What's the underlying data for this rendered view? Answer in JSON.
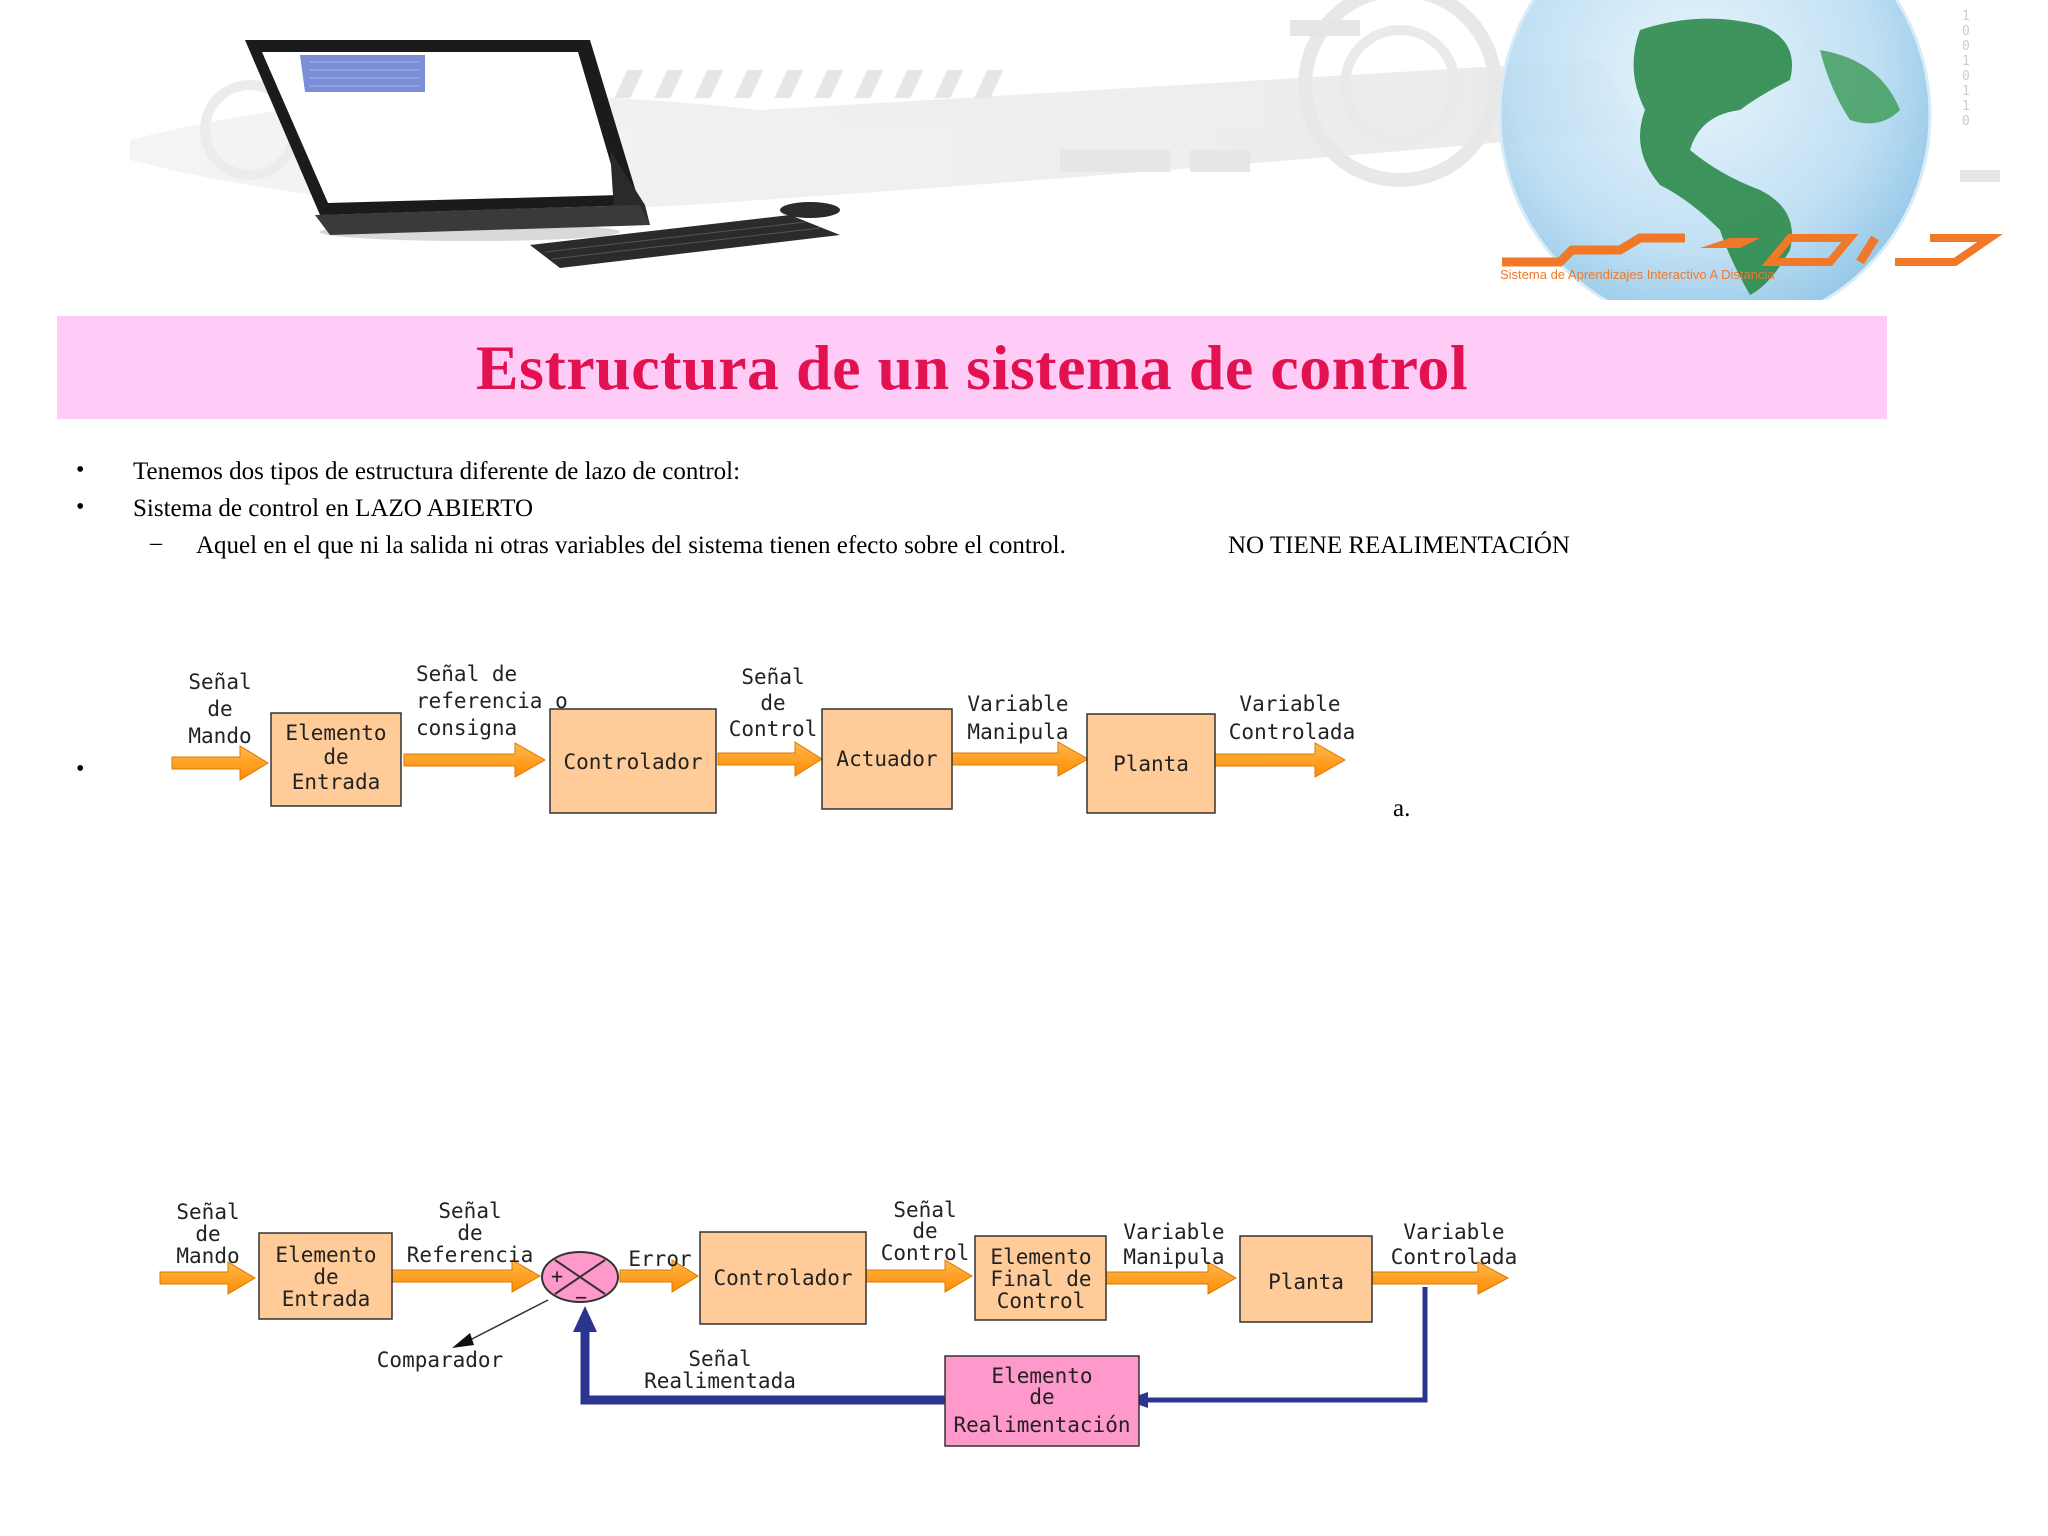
{
  "slide": {
    "title": "Estructura de un sistema de control",
    "bullets": {
      "b1": "Tenemos dos tipos de estructura diferente de lazo de control:",
      "b2": "Sistema de control en LAZO ABIERTO",
      "sub1": "Aquel en el que ni la salida ni otras variables del sistema tienen efecto sobre el control.",
      "sub1_tag": "NO TIENE REALIMENTACIÓN",
      "b3_fragment": "a."
    },
    "markers": {
      "bullet": "•",
      "dash": "–"
    }
  },
  "logo": {
    "text": "Sistema de Aprendizajes Interactivo A Distancia",
    "binary": [
      "1",
      "0",
      "0",
      "1",
      "0",
      "1",
      "1",
      "0"
    ]
  },
  "open_loop": {
    "input": [
      "Señal",
      "de",
      "Mando"
    ],
    "input_element": [
      "Elemento",
      "de",
      "Entrada"
    ],
    "reference": [
      "Señal de",
      "referencia o",
      "consigna"
    ],
    "controller": "Controlador",
    "control_signal": [
      "Señal",
      "de",
      "Control"
    ],
    "actuator": "Actuador",
    "manipulated": [
      "Variable",
      "Manipula"
    ],
    "plant": "Planta",
    "controlled": [
      "Variable",
      "Controlada"
    ]
  },
  "closed_loop": {
    "input": [
      "Señal",
      "de",
      "Mando"
    ],
    "input_element": [
      "Elemento",
      "de",
      "Entrada"
    ],
    "reference": [
      "Señal",
      "de",
      "Referencia"
    ],
    "error": "Error",
    "plus": "+",
    "minus": "−",
    "controller": "Controlador",
    "control_signal": [
      "Señal",
      "de",
      "Control"
    ],
    "final_element": [
      "Elemento",
      "Final de",
      "Control"
    ],
    "manipulated": [
      "Variable",
      "Manipula"
    ],
    "plant": "Planta",
    "controlled": [
      "Variable",
      "Controlada"
    ],
    "comparator": "Comparador",
    "feedback_signal": [
      "Señal",
      "Realimentada"
    ],
    "feedback_element": [
      "Elemento",
      "de",
      "Realimentación"
    ]
  },
  "colors": {
    "title": "#e1124f",
    "title_band": "#ffccf8",
    "box": "#ffcc99",
    "feedback_box": "#ff99cc",
    "arrow_orange": "#ff9900",
    "feedback_line": "#2a3590",
    "logo_orange": "#f07828"
  }
}
